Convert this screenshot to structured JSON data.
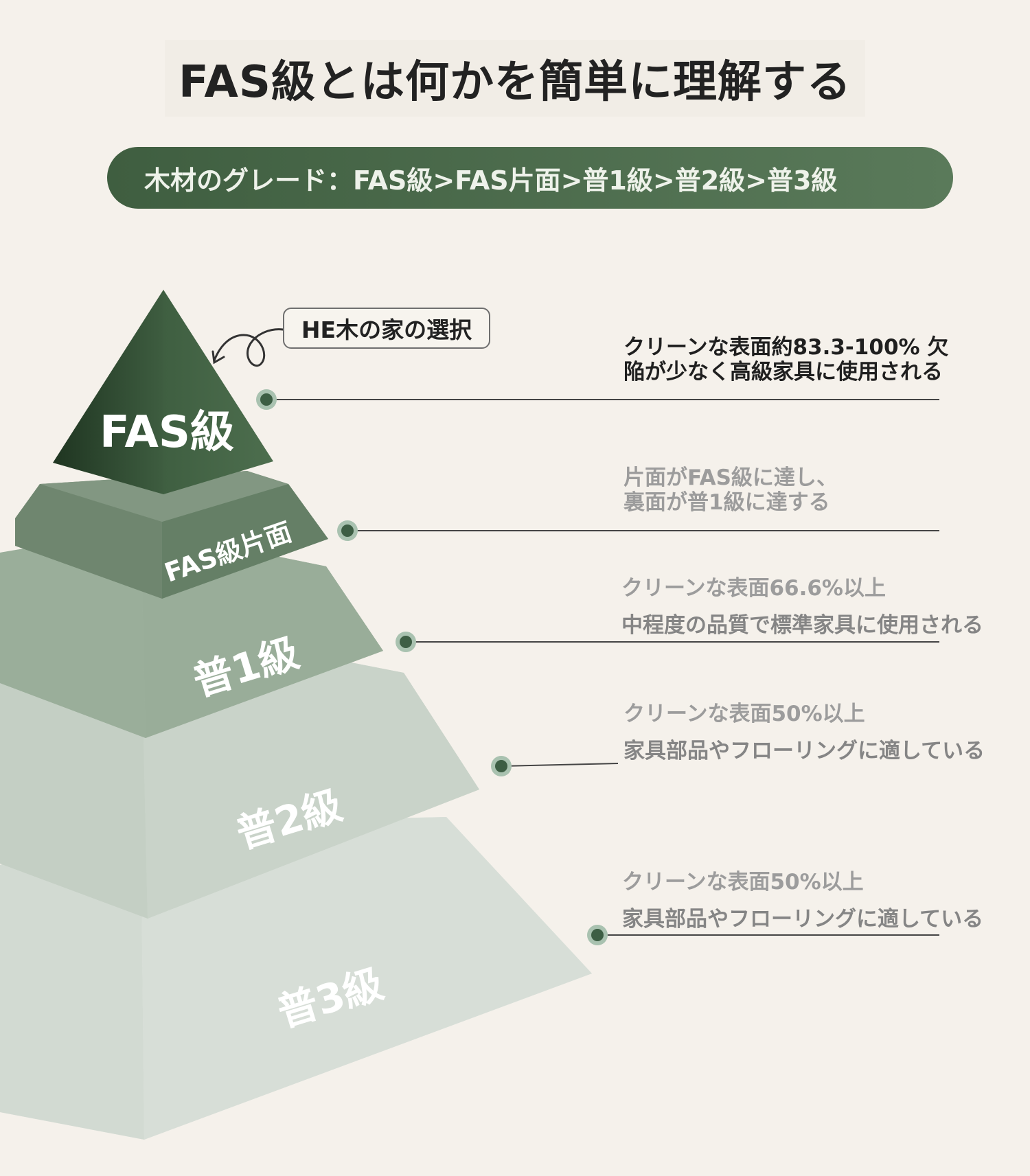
{
  "title": "FAS級とは何かを簡単に理解する",
  "banner": "木材のグレード：FAS級>FAS片面>普1級>普2級>普3級",
  "callout": "HE木の家の選択",
  "tiers": [
    {
      "label": "FAS級",
      "desc": [
        "クリーンな表面約83.3-100% 欠",
        "陥が少なく高級家具に使用される"
      ]
    },
    {
      "label": "FAS級片面",
      "desc": [
        "片面がFAS級に達し、",
        "裏面が普1級に達する"
      ]
    },
    {
      "label": "普1級",
      "desc": [
        "クリーンな表面66.6%以上",
        "中程度の品質で標準家具に使用される"
      ]
    },
    {
      "label": "普2級",
      "desc": [
        "クリーンな表面50%以上",
        "家具部品やフローリングに適している"
      ]
    },
    {
      "label": "普3級",
      "desc": [
        "クリーンな表面50%以上",
        "家具部品やフローリングに適している"
      ]
    }
  ],
  "colors": {
    "tier1": "#2e4a30",
    "tier2": "#6f876e",
    "tier3": "#98ab97",
    "tier4": "#c8d2c8",
    "tier5": "#d6ddd6",
    "dot": "#3d5e44",
    "dot_ring": "#a9c2b0",
    "line": "#444444"
  }
}
